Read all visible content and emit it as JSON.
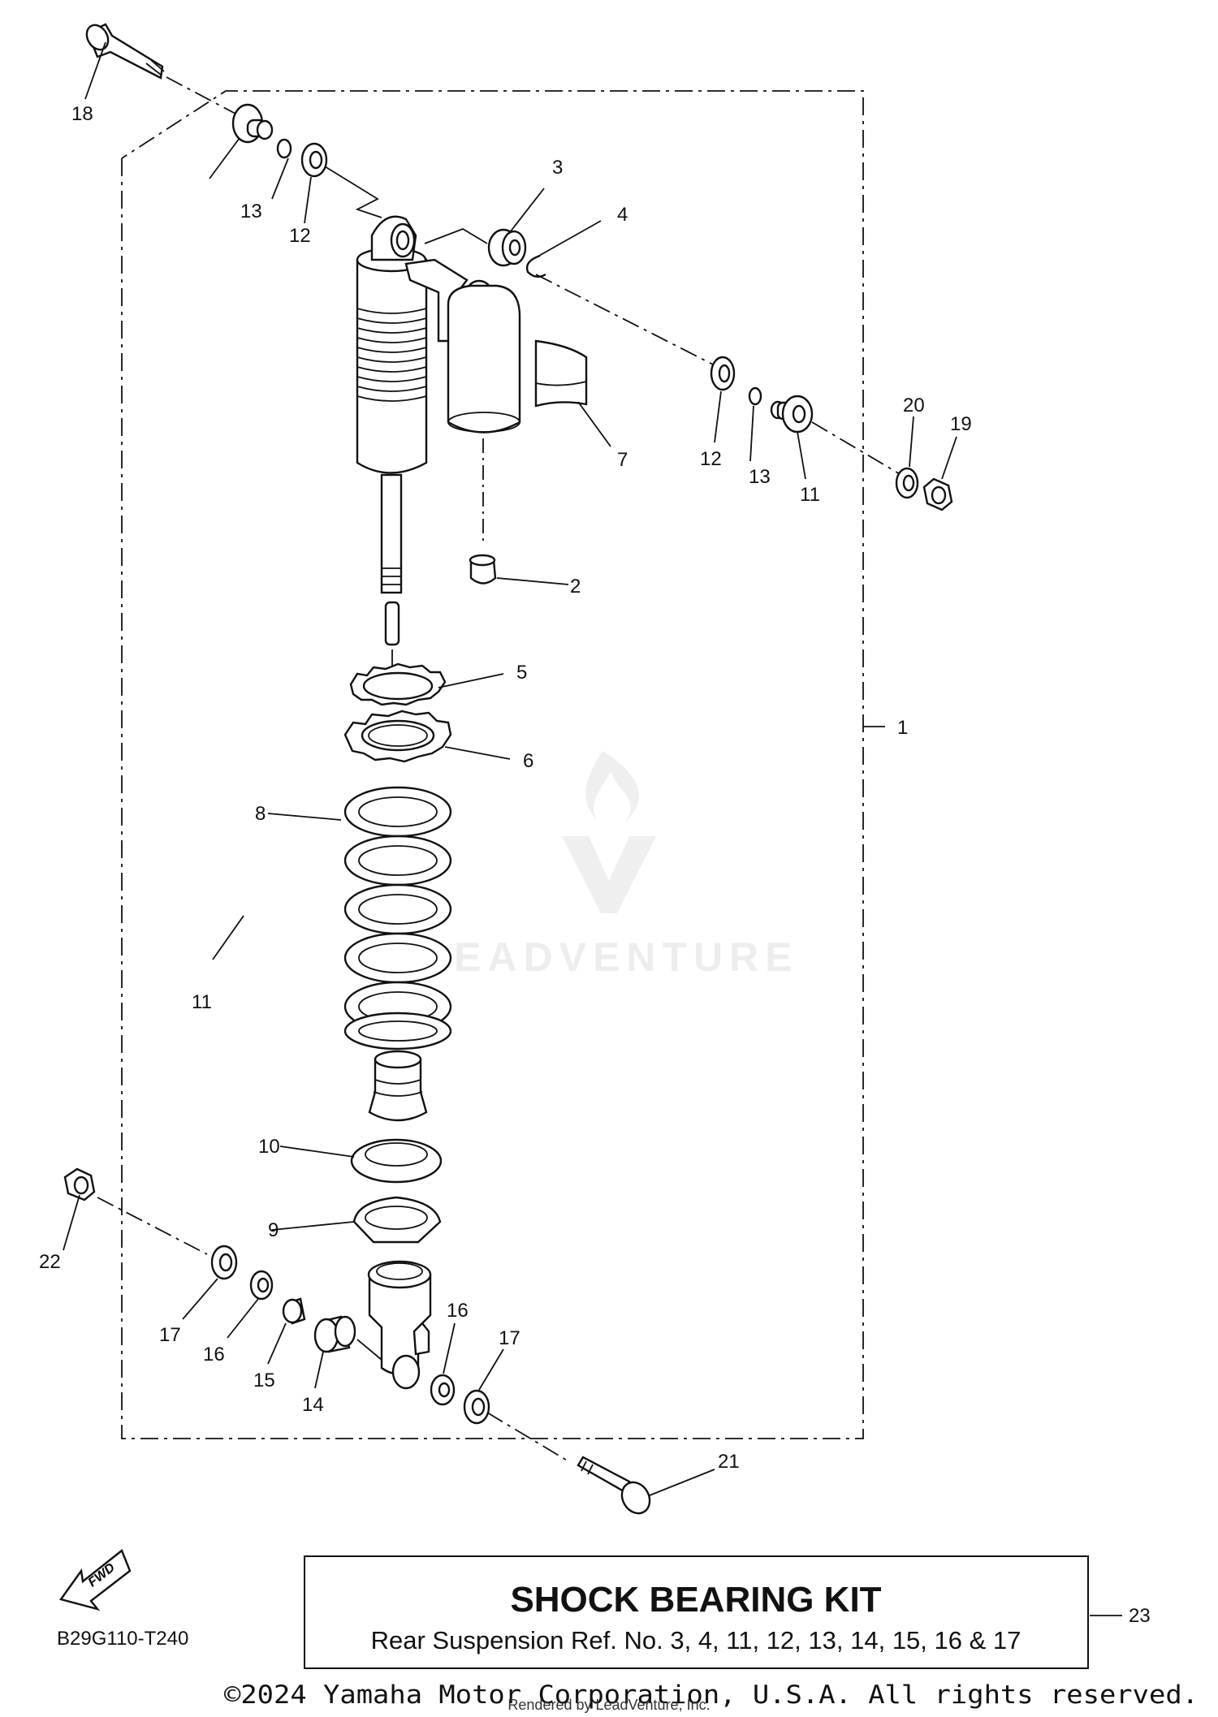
{
  "diagram": {
    "callouts": [
      "1",
      "2",
      "3",
      "4",
      "5",
      "6",
      "7",
      "8",
      "9",
      "10",
      "11",
      "11",
      "12",
      "12",
      "13",
      "13",
      "14",
      "15",
      "16",
      "16",
      "17",
      "17",
      "18",
      "19",
      "20",
      "21",
      "22",
      "23"
    ],
    "kit_box": {
      "title": "SHOCK BEARING KIT",
      "subtitle": "Rear Suspension Ref. No. 3, 4, 11, 12, 13, 14, 15, 16 & 17"
    },
    "fwd_label": "FWD",
    "diagram_code": "B29G110-T240",
    "copyright": "©2024 Yamaha Motor Corporation, U.S.A. All rights reserved.",
    "rendered_by": "Rendered by LeadVenture, Inc.",
    "watermark": "LEADVENTURE"
  }
}
